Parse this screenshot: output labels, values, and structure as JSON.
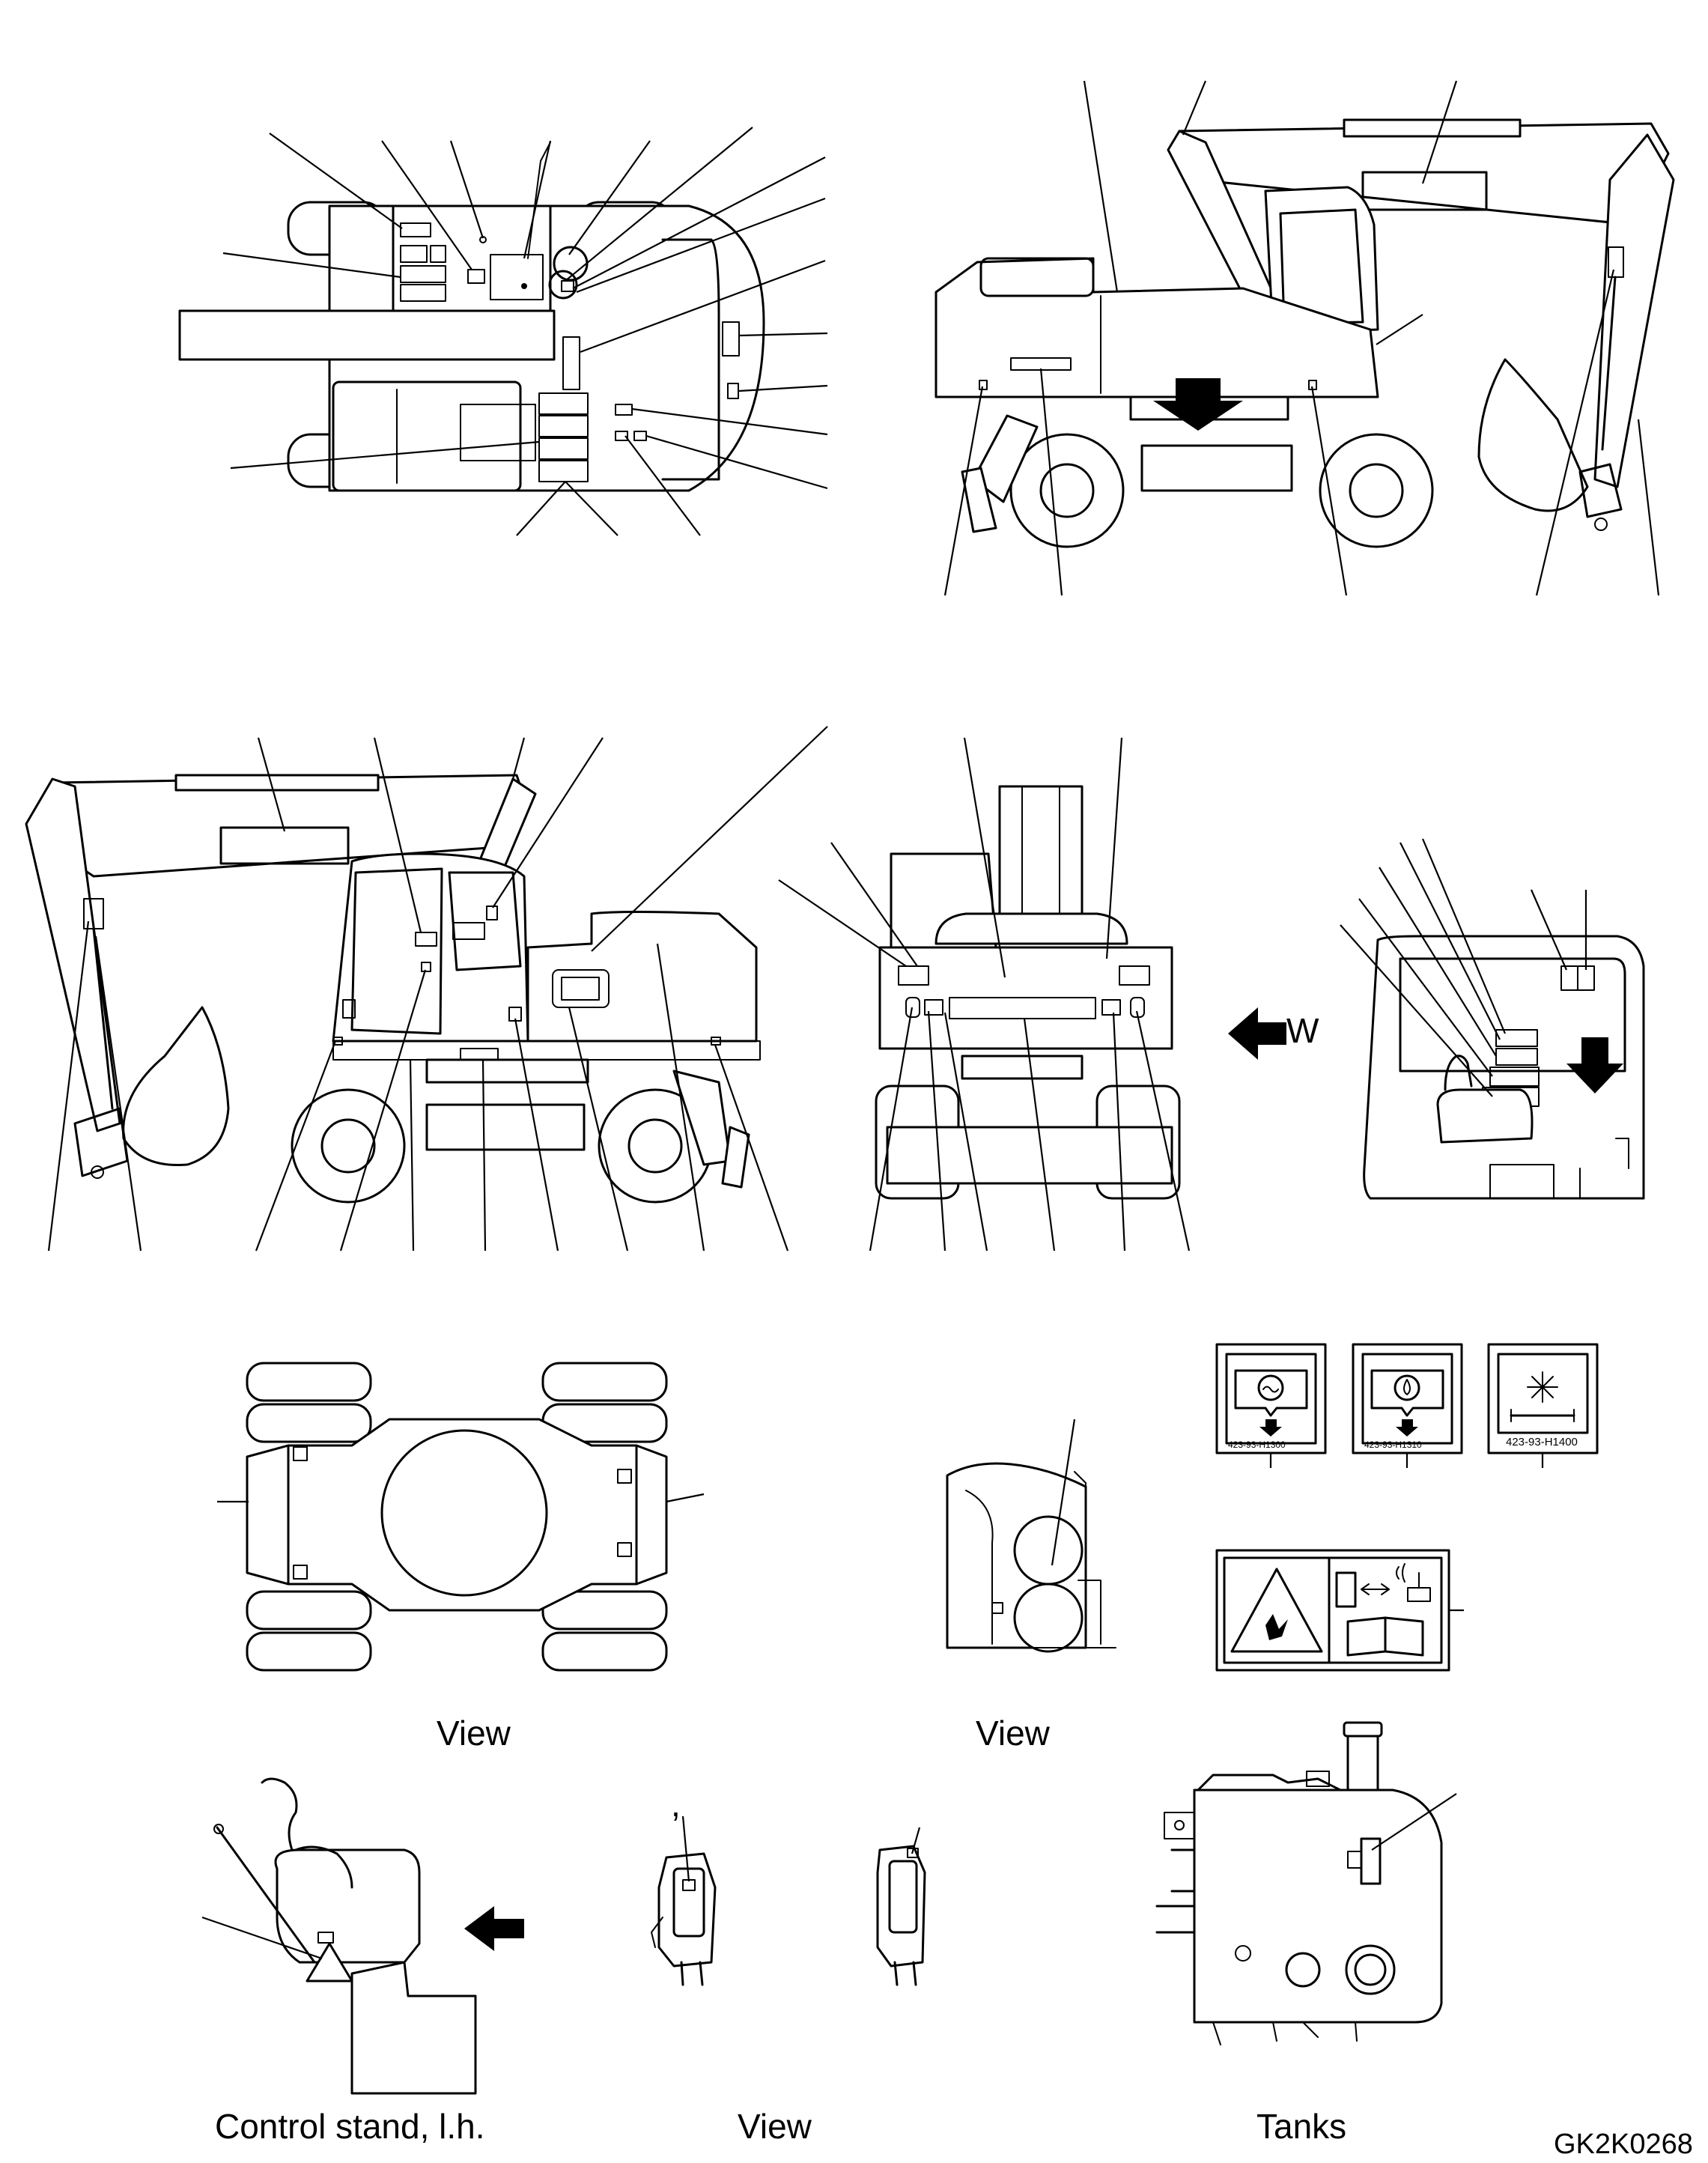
{
  "captions": {
    "view_bottom": "View",
    "view_side": "View",
    "control_stand": "Control stand, l.h.",
    "view_lever": "View",
    "tanks": "Tanks"
  },
  "markers": {
    "view_w": "W",
    "lever_mark": ","
  },
  "drawing_code": "GK2K0268",
  "decals": {
    "decal_1_code": "423-93-H1300",
    "decal_2_code": "423-93-H1310",
    "decal_3_code": "423-93-H1400"
  },
  "icons": [
    "arrow-down-icon",
    "arrow-left-icon",
    "warning-triangle-icon",
    "book-icon",
    "antenna-icon",
    "snowflake-icon"
  ]
}
